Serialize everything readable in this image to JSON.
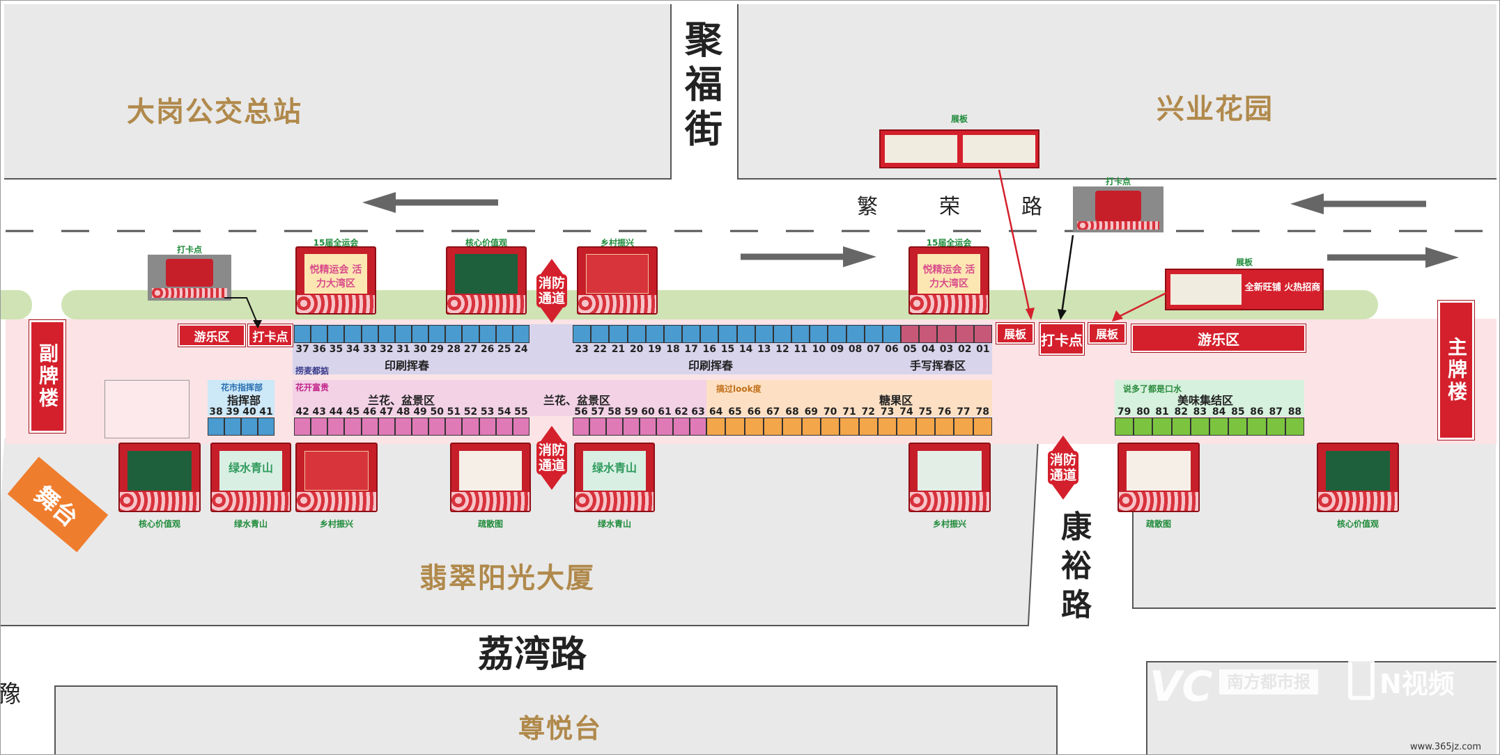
{
  "buildings": {
    "dagang": "大岗公交总站",
    "xingye": "兴业花园",
    "feicui": "翡翠阳光大厦",
    "zunyue": "尊悦台"
  },
  "roads": {
    "jufu": "聚福街",
    "fanrong": [
      "繁",
      "荣",
      "路"
    ],
    "kangyu": "康裕路",
    "liwan": "荔湾路",
    "partial": "豫"
  },
  "structures": {
    "fu_pailou": "副牌楼",
    "zhu_pailou": "主牌楼",
    "stage": "舞台"
  },
  "fire_passage": {
    "line1": "消防",
    "line2": "通道"
  },
  "signs": {
    "youle_left": "游乐区",
    "daka_left": "打卡点",
    "zhanban_a": "展板",
    "daka_mid": "打卡点",
    "zhanban_b": "展板",
    "youle_right": "游乐区",
    "top_zhanban_label": "展板",
    "top_daka_label": "打卡点",
    "right_zhanban_label": "展板",
    "left_daka_label": "打卡点"
  },
  "top_row": {
    "left_numbers": [
      "37",
      "36",
      "35",
      "34",
      "33",
      "32",
      "31",
      "30",
      "29",
      "28",
      "27",
      "26",
      "25",
      "24"
    ],
    "right_numbers": [
      "23",
      "22",
      "21",
      "20",
      "19",
      "18",
      "17",
      "16",
      "15",
      "14",
      "13",
      "12",
      "11",
      "10",
      "09",
      "08",
      "07",
      "06",
      "05",
      "04",
      "03",
      "02",
      "01"
    ],
    "zone_left": "印刷挥春",
    "zone_mid": "印刷挥春",
    "zone_right": "手写挥春区",
    "sub_left": "捞麦都掂"
  },
  "bottom_row": {
    "command_sub": "花市指挥部",
    "command_name": "指挥部",
    "command_numbers": [
      "38",
      "39",
      "40",
      "41"
    ],
    "flower_sub": "花开富贵",
    "flower_zone": "兰花、盆景区",
    "flower_numbers_left": [
      "42",
      "43",
      "44",
      "45",
      "46",
      "47",
      "48",
      "49",
      "50",
      "51",
      "52",
      "53",
      "54",
      "55"
    ],
    "flower_zone_2": "兰花、盆景区",
    "flower_numbers_right": [
      "56",
      "57",
      "58",
      "59",
      "60",
      "61",
      "62",
      "63"
    ],
    "candy_sub": "搞过look度",
    "candy_zone": "糖果区",
    "candy_numbers": [
      "64",
      "65",
      "66",
      "67",
      "68",
      "69",
      "70",
      "71",
      "72",
      "73",
      "74",
      "75",
      "76",
      "77",
      "78"
    ],
    "food_sub": "说多了都是口水",
    "food_zone": "美味集结区",
    "food_numbers": [
      "79",
      "80",
      "81",
      "82",
      "83",
      "84",
      "85",
      "86",
      "87",
      "88"
    ]
  },
  "boards": {
    "top": [
      {
        "label": "15届全运会",
        "text": "悦精运会 活力大湾区"
      },
      {
        "label": "核心价值观",
        "text": ""
      },
      {
        "label": "乡村振兴",
        "text": ""
      },
      {
        "label": "15届全运会",
        "text": "悦精运会 活力大湾区"
      }
    ],
    "bottom": [
      {
        "label": "核心价值观",
        "text": ""
      },
      {
        "label": "绿水青山",
        "text": "绿水青山"
      },
      {
        "label": "乡村振兴",
        "text": ""
      },
      {
        "label": "疏散图",
        "text": ""
      },
      {
        "label": "绿水青山",
        "text": "绿水青山"
      },
      {
        "label": "乡村振兴",
        "text": ""
      },
      {
        "label": "疏散图",
        "text": ""
      },
      {
        "label": "核心价值观",
        "text": ""
      }
    ],
    "right_board_text": "全新旺铺 火热招商"
  },
  "watermark": {
    "brand1": "南方都市报",
    "brand2": "N视频",
    "url": "www.365jz.com"
  },
  "colors": {
    "booth_blue": "#4a9bd0",
    "booth_pink": "#e07ab7",
    "booth_orange": "#f4a64a",
    "booth_green": "#7cc440",
    "booth_dark_pink": "#c85878",
    "zone_lavender": "#d8d4ec",
    "zone_pink": "#f3d2e6",
    "zone_peach": "#fde0c4",
    "zone_mint": "#d6f1dd",
    "plaza_pink": "#fbe3e6",
    "green_strip": "#cfe3b4",
    "red": "#d4202c",
    "building_text": "#b0894b"
  }
}
